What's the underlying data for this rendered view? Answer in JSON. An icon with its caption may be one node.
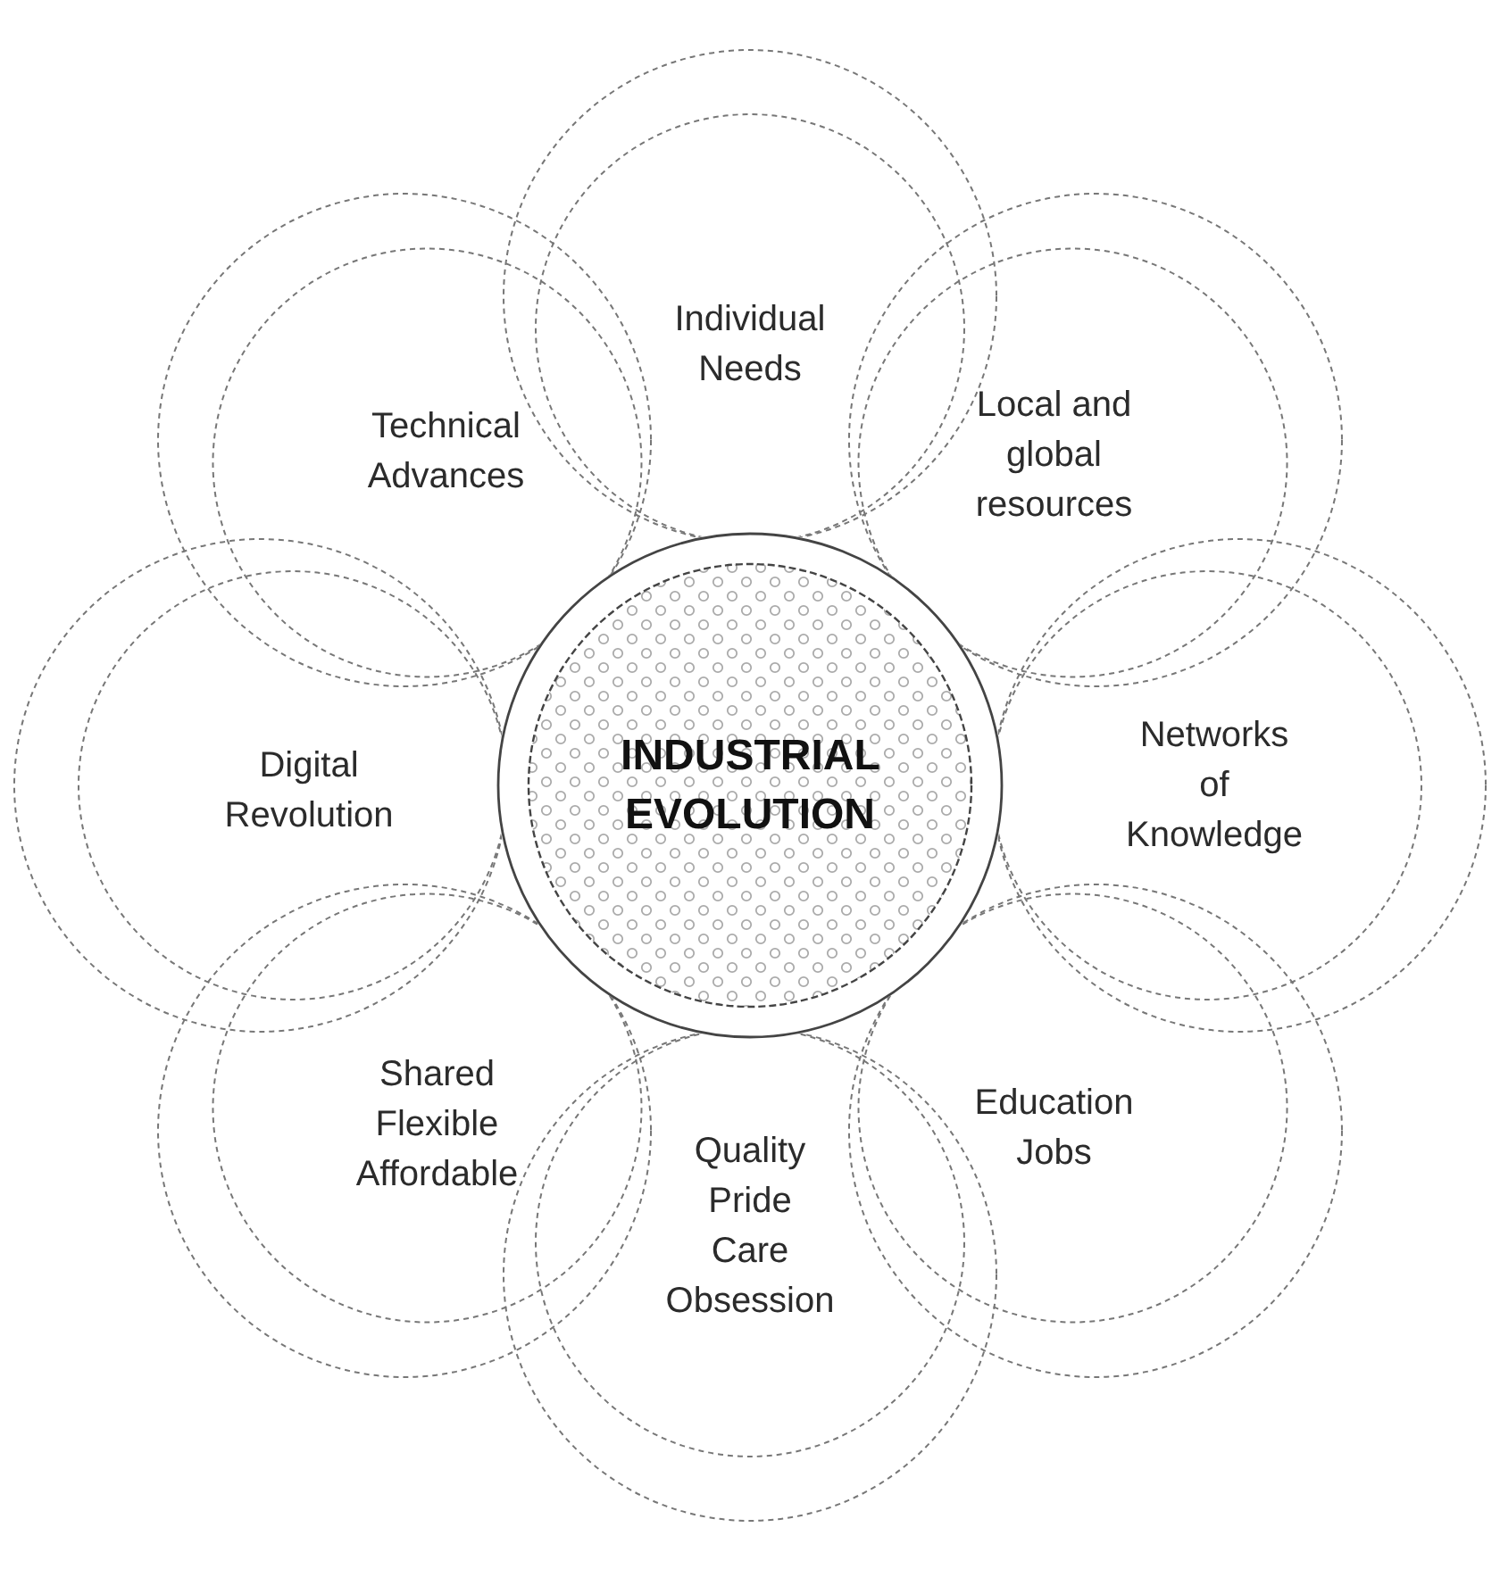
{
  "diagram": {
    "nodes": [
      {
        "text": [
          "INDUSTRIAL EVOLUTION"
        ]
      },
      {
        "text": [
          "Individual Needs"
        ]
      },
      {
        "text": [
          "Local and global resources"
        ]
      },
      {
        "text": [
          "Networks of Knowledge"
        ]
      },
      {
        "text": [
          "Education Jobs"
        ]
      },
      {
        "text": [
          "Quality Pride Care Obsession"
        ]
      },
      {
        "text": [
          "Shared Flexible Affordable"
        ]
      },
      {
        "text": [
          "Digital Revolution"
        ]
      },
      {
        "text": [
          "Technical Advances"
        ]
      }
    ]
  }
}
